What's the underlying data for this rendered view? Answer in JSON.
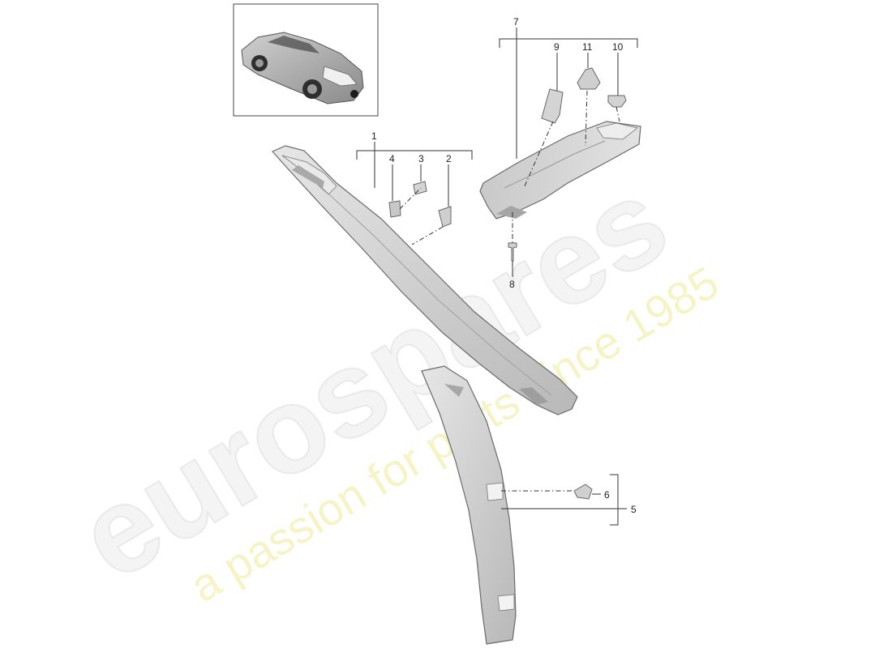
{
  "watermark": {
    "brand": "eurospares",
    "tagline": "a passion for parts since 1985"
  },
  "callouts": {
    "c1": "1",
    "c2": "2",
    "c3": "3",
    "c4": "4",
    "c5": "5",
    "c6": "6",
    "c7": "7",
    "c8": "8",
    "c9": "9",
    "c10": "10",
    "c11": "11"
  },
  "colors": {
    "part_fill": "#d8d8d8",
    "part_shade": "#bdbdbd",
    "watermark_brand": "#f4f4f4",
    "watermark_tagline": "#f6f4c6"
  }
}
